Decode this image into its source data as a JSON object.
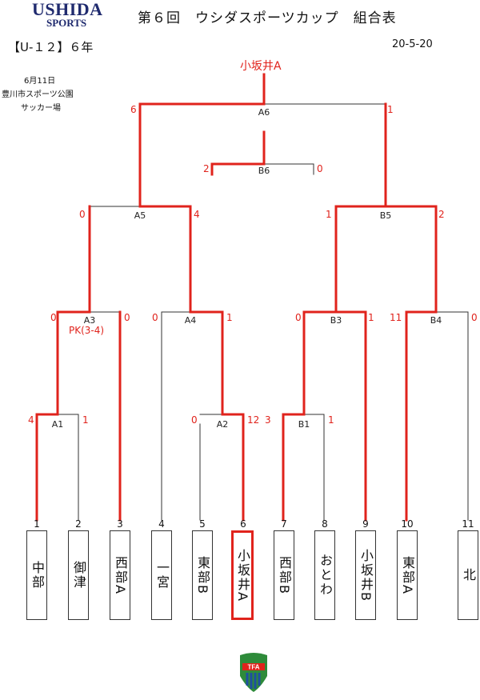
{
  "header": {
    "logo_line1": "USHIDA",
    "logo_line2": "SPORTS",
    "title": "第６回　ウシダスポーツカップ　組合表",
    "category": "【U-１２】６年",
    "date_code": "20-5-20"
  },
  "info": {
    "date": "6月11日",
    "venue": "豊川市スポーツ公園",
    "field": "サッカー場"
  },
  "champion": "小坂井A",
  "teams": [
    {
      "seed": "1",
      "name": "中部"
    },
    {
      "seed": "2",
      "name": "御津"
    },
    {
      "seed": "3",
      "name": "西部A"
    },
    {
      "seed": "4",
      "name": "一宮"
    },
    {
      "seed": "5",
      "name": "東部B"
    },
    {
      "seed": "6",
      "name": "小坂井A"
    },
    {
      "seed": "7",
      "name": "西部B"
    },
    {
      "seed": "8",
      "name": "おとわ"
    },
    {
      "seed": "9",
      "name": "小坂井B"
    },
    {
      "seed": "10",
      "name": "東部A"
    },
    {
      "seed": "11",
      "name": "北"
    }
  ],
  "matches": {
    "A1": {
      "label": "A1",
      "left": "4",
      "right": "1"
    },
    "A2": {
      "label": "A2",
      "left": "0",
      "right": "12"
    },
    "B1": {
      "label": "B1",
      "left": "3",
      "right": "1"
    },
    "A3": {
      "label": "A3",
      "left": "0",
      "right": "0",
      "pk": "PK(3-4)"
    },
    "A4": {
      "label": "A4",
      "left": "0",
      "right": "1"
    },
    "B3": {
      "label": "B3",
      "left": "0",
      "right": "1"
    },
    "B4": {
      "label": "B4",
      "left": "11",
      "right": "0"
    },
    "A5": {
      "label": "A5",
      "left": "0",
      "right": "4"
    },
    "B5": {
      "label": "B5",
      "left": "1",
      "right": "2"
    },
    "A6": {
      "label": "A6",
      "left": "6",
      "right": "1"
    },
    "B6": {
      "label": "B6",
      "left": "2",
      "right": "0"
    }
  },
  "colors": {
    "winner_line": "#e0231c",
    "line": "#333333",
    "logo": "#1f2a6e"
  }
}
